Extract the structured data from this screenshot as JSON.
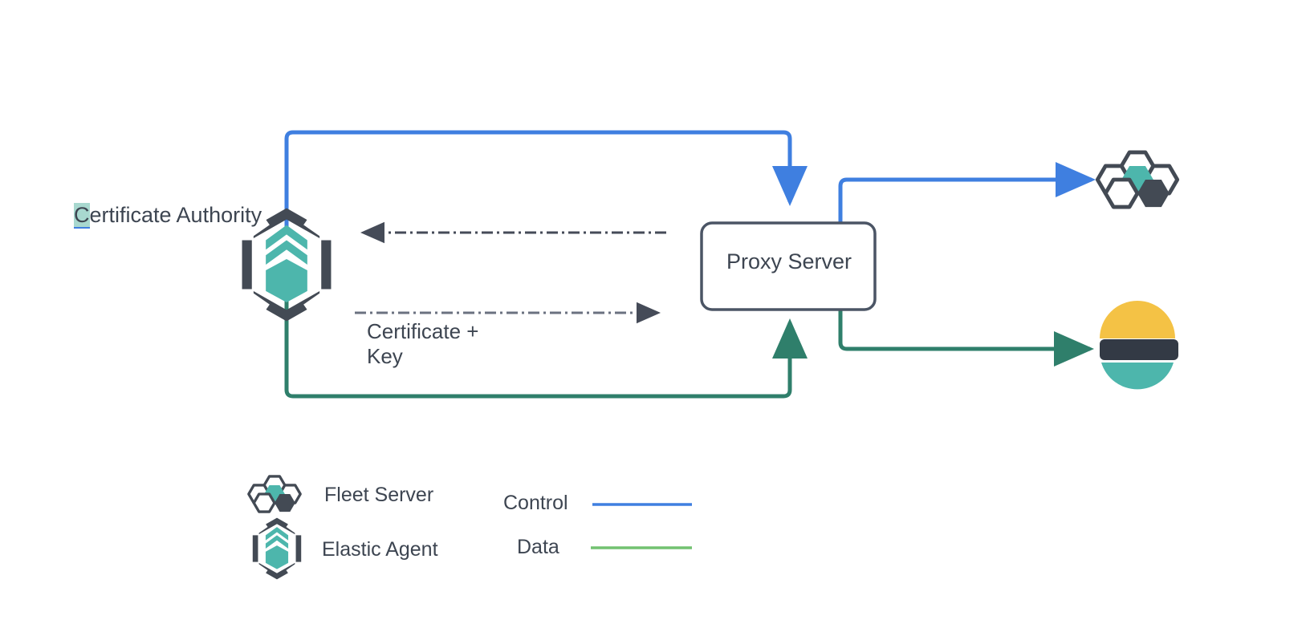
{
  "diagram": {
    "title_text": "Certificate Authority",
    "nodes": {
      "certificate_authority": {
        "label": "Certificate Authority",
        "selected_char": "C",
        "rest_label": "ertificate Authority",
        "icon": "elastic-agent-icon"
      },
      "proxy_server": {
        "label": "Proxy Server",
        "icon": "rounded-box"
      },
      "fleet_server": {
        "label": "",
        "icon": "fleet-server-icon"
      },
      "elasticsearch": {
        "label": "",
        "icon": "elasticsearch-icon"
      }
    },
    "edge_labels": {
      "certificate_key": "Certificate +\nKey",
      "certificate_key_line1": "Certificate +",
      "certificate_key_line2": "Key"
    },
    "legend": {
      "icons": [
        {
          "name": "fleet-server-icon",
          "label": "Fleet Server"
        },
        {
          "name": "elastic-agent-icon",
          "label": "Elastic Agent"
        }
      ],
      "lines": [
        {
          "name": "control-line",
          "label": "Control",
          "color": "#3f7fe0"
        },
        {
          "name": "data-line",
          "label": "Data",
          "color": "#72c271"
        }
      ]
    },
    "colors": {
      "control_blue": "#3f7fe0",
      "data_green": "#2f7f6b",
      "legend_data_green": "#72c271",
      "dash_gray": "#5a6172",
      "node_border": "#4b5565",
      "teal": "#4db6ac",
      "dark_slate": "#434a54",
      "elastic_yellow": "#f4c245",
      "elastic_navy": "#333a45",
      "elastic_teal": "#4db6ac",
      "selection_highlight": "#a8d8cf",
      "text": "#3d4551",
      "background": "#ffffff"
    }
  }
}
